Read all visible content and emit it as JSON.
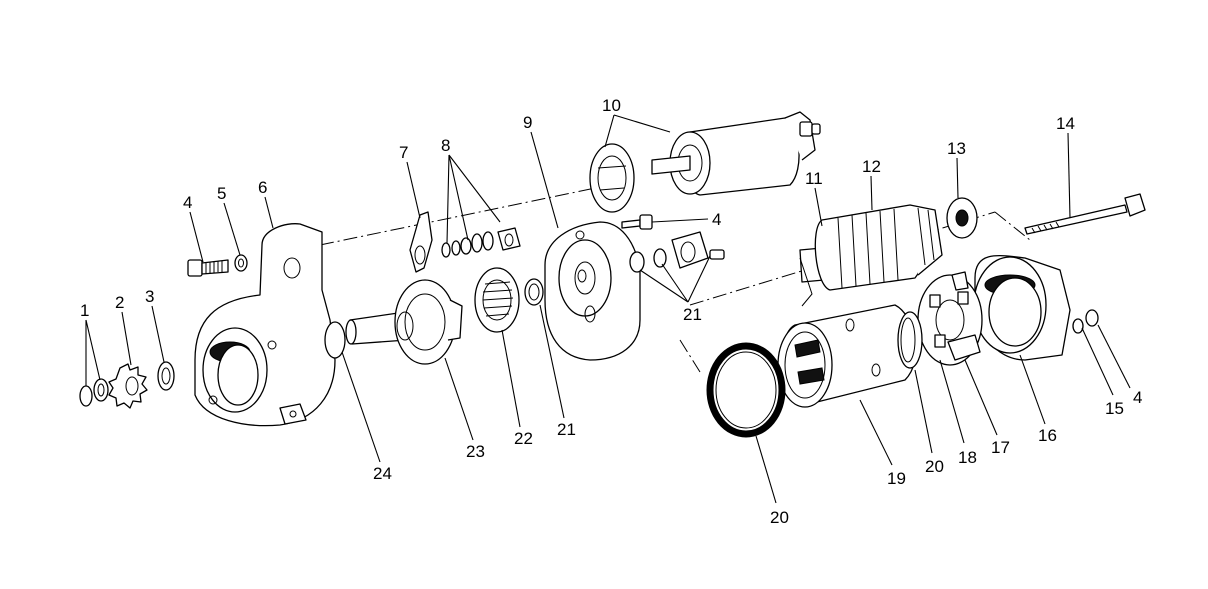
{
  "labels": {
    "l1": "1",
    "l2": "2",
    "l3": "3",
    "l4a": "4",
    "l5": "5",
    "l6": "6",
    "l7": "7",
    "l8": "8",
    "l9": "9",
    "l10": "10",
    "l4b": "4",
    "l11": "11",
    "l12": "12",
    "l13": "13",
    "l14": "14",
    "l21a": "21",
    "l24": "24",
    "l23": "23",
    "l22": "22",
    "l21b": "21",
    "l20a": "20",
    "l19": "19",
    "l20b": "20",
    "l18": "18",
    "l17": "17",
    "l16": "16",
    "l15": "15",
    "l4c": "4"
  }
}
